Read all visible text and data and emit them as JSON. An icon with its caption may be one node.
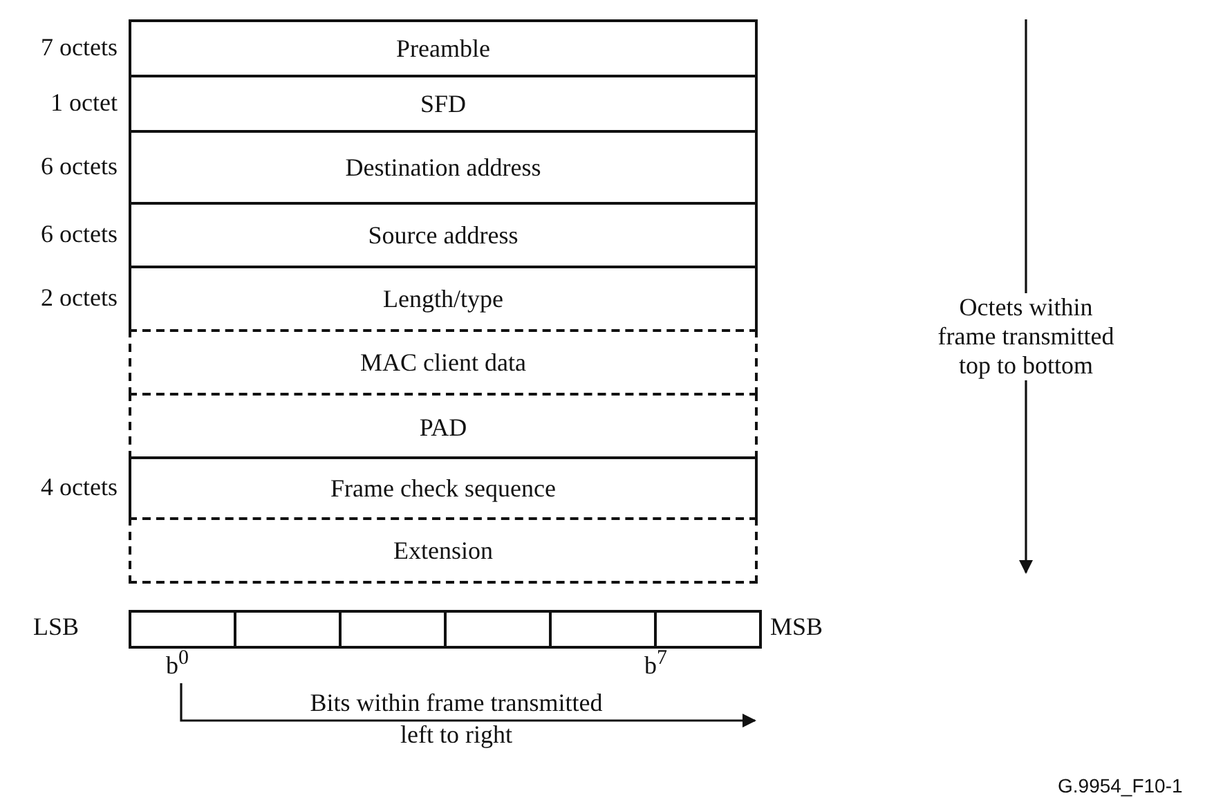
{
  "diagram": {
    "nodes": [
      {
        "text": [
          "Preamble"
        ],
        "beside": [
          "7 octets"
        ]
      },
      {
        "text": [
          "SFD"
        ],
        "beside": [
          "1 octet"
        ]
      },
      {
        "text": [
          "Destination address"
        ],
        "beside": [
          "6 octets"
        ]
      },
      {
        "text": [
          "Source address"
        ],
        "beside": [
          "6 octets"
        ]
      },
      {
        "text": [
          "Length/type"
        ],
        "beside": [
          "2 octets"
        ]
      },
      {
        "text": [
          "MAC client data"
        ]
      },
      {
        "text": [
          "PAD"
        ]
      },
      {
        "text": [
          "Frame check sequence"
        ],
        "beside": [
          "4 octets"
        ]
      },
      {
        "text": [
          "Extension"
        ]
      },
      {
        "text": [],
        "shape": "box"
      },
      {
        "text": [],
        "shape": "box"
      },
      {
        "text": [],
        "shape": "box"
      },
      {
        "text": [],
        "shape": "box"
      },
      {
        "text": [],
        "shape": "box"
      },
      {
        "text": [],
        "shape": "box"
      }
    ],
    "labels": [
      "Octets within frame transmitted top to bottom",
      "LSB",
      "MSB",
      "b$^{0}$",
      "b$^{7}$",
      "Bits within frame transmitted left to right",
      "G.9954_F10-1"
    ]
  }
}
